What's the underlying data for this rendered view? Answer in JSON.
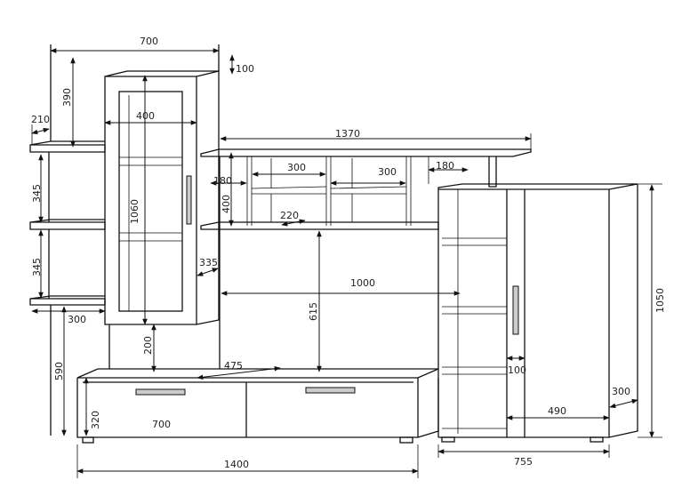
{
  "drawing": {
    "title": "Furniture wall unit dimensions",
    "dimensions": {
      "top_width": "700",
      "top_offset": "100",
      "upper_height": "390",
      "shelf_depth_left": "210",
      "cabinet_width": "400",
      "bridge_width": "1370",
      "niche_width_1": "300",
      "niche_width_2": "300",
      "bridge_side_right": "180",
      "shelf_gap_1": "345",
      "bridge_side_left": "180",
      "bridge_height": "400",
      "cabinet_height": "1060",
      "bridge_depth": "220",
      "shelf_gap_2": "345",
      "cabinet_depth": "335",
      "opening_width": "1000",
      "left_shelf_width": "300",
      "opening_height": "615",
      "right_height": "1050",
      "cabinet_lift": "200",
      "left_height": "590",
      "stand_depth": "475",
      "shelf_post": "100",
      "drawer_width": "700",
      "stand_height": "320",
      "right_door_width": "490",
      "right_depth": "300",
      "stand_width": "1400",
      "right_width": "755"
    }
  }
}
